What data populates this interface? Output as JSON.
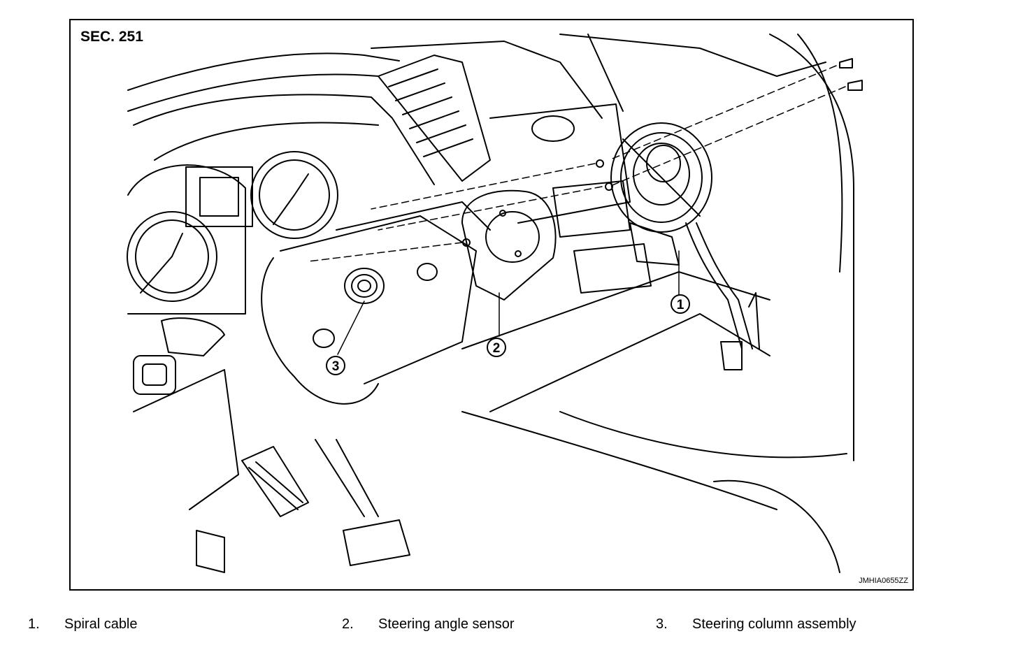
{
  "figure": {
    "section": "SEC. 251",
    "code": "JMHIA0655ZZ",
    "callouts": [
      {
        "number": "1",
        "icon": "spiral-cable"
      },
      {
        "number": "2",
        "icon": "steering-angle-sensor"
      },
      {
        "number": "3",
        "icon": "steering-column-assembly"
      }
    ]
  },
  "legend": [
    {
      "number": "1.",
      "label": "Spiral cable"
    },
    {
      "number": "2.",
      "label": "Steering angle sensor"
    },
    {
      "number": "3.",
      "label": "Steering column assembly"
    }
  ]
}
